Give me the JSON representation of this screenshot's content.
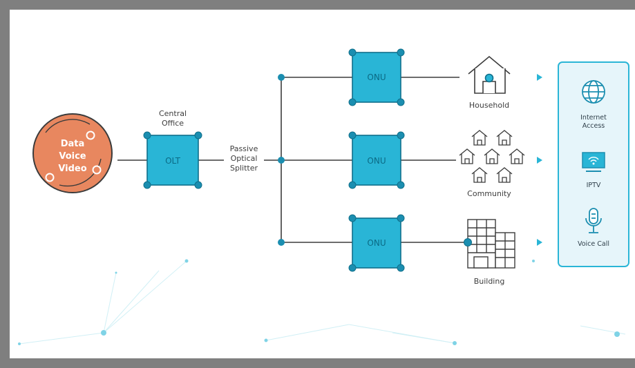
{
  "source": {
    "lines": [
      "Data",
      "Voice",
      "Video"
    ]
  },
  "olt": {
    "caption": [
      "Central",
      "Office"
    ],
    "label": "OLT"
  },
  "splitter": {
    "caption": [
      "Passive",
      "Optical",
      "Splitter"
    ]
  },
  "onus": [
    {
      "label": "ONU",
      "destination": "Household"
    },
    {
      "label": "ONU",
      "destination": "Community"
    },
    {
      "label": "ONU",
      "destination": "Building"
    }
  ],
  "services": [
    {
      "icon": "globe-icon",
      "lines": [
        "Internet",
        "Access"
      ]
    },
    {
      "icon": "tv-wifi-icon",
      "lines": [
        "IPTV"
      ]
    },
    {
      "icon": "microphone-icon",
      "lines": [
        "Voice Call"
      ]
    }
  ],
  "colors": {
    "frame": "#7f7f7f",
    "source_fill": "#e8875f",
    "node_fill": "#29b5d6",
    "node_dot": "#1b8eb0",
    "line": "#3b3b3b",
    "panel_bg": "#e6f5fa",
    "panel_border": "#29b5d6"
  }
}
